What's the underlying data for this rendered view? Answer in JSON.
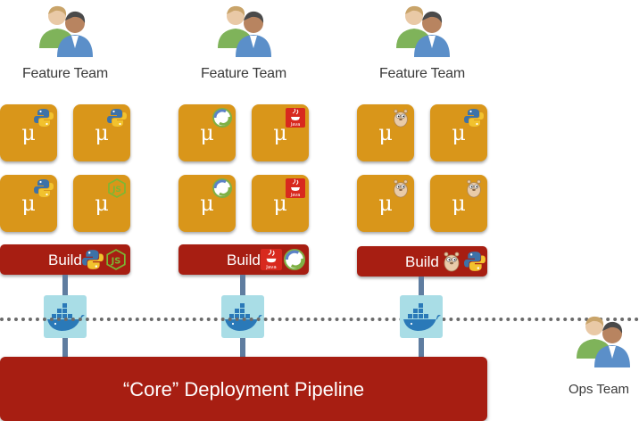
{
  "teams": [
    {
      "label": "Feature Team",
      "build_label": "Build"
    },
    {
      "label": "Feature Team",
      "build_label": "Build"
    },
    {
      "label": "Feature Team",
      "build_label": "Build"
    }
  ],
  "microservice_glyph": "μ",
  "microservices": [
    {
      "team": 1,
      "tech": "python-icon"
    },
    {
      "team": 1,
      "tech": "python-icon"
    },
    {
      "team": 1,
      "tech": "python-icon"
    },
    {
      "team": 1,
      "tech": "nodejs-icon"
    },
    {
      "team": 2,
      "tech": "clojure-icon"
    },
    {
      "team": 2,
      "tech": "java-icon"
    },
    {
      "team": 2,
      "tech": "clojure-icon"
    },
    {
      "team": 2,
      "tech": "java-icon"
    },
    {
      "team": 3,
      "tech": "go-gopher-icon"
    },
    {
      "team": 3,
      "tech": "python-icon"
    },
    {
      "team": 3,
      "tech": "go-gopher-icon"
    },
    {
      "team": 3,
      "tech": "go-gopher-icon"
    }
  ],
  "builds": [
    {
      "icons": [
        "python-icon",
        "nodejs-icon"
      ]
    },
    {
      "icons": [
        "java-icon",
        "clojure-icon"
      ]
    },
    {
      "icons": [
        "go-gopher-icon",
        "python-icon"
      ]
    }
  ],
  "pipeline": {
    "label": "“Core” Deployment Pipeline"
  },
  "ops_team": {
    "label": "Ops Team"
  },
  "colors": {
    "microservice_bg": "#d9961a",
    "build_bg": "#a71e12",
    "pipeline_bg": "#a71e12",
    "docker_bg": "#a9dde6",
    "arrow": "#5f7da0"
  }
}
